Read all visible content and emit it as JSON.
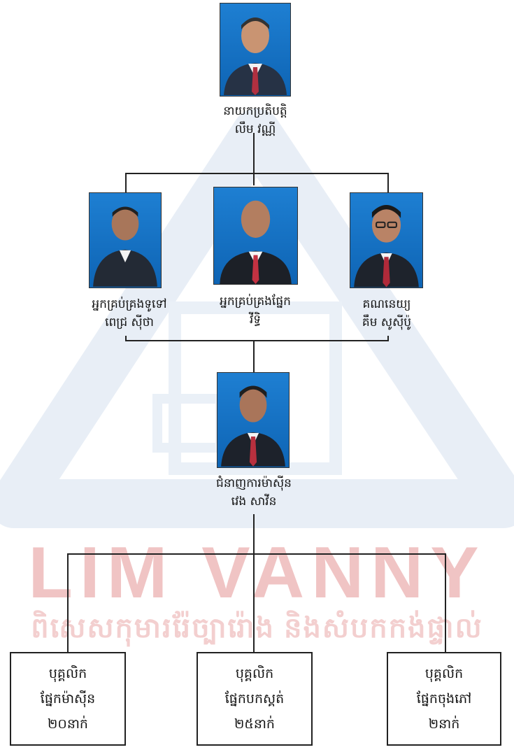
{
  "watermark": {
    "name": "LIM VANNY",
    "slogan": "ពិសេសកុមាររ៉ែច្បារ៉ោង និងសំបកកង់ផ្ទាល់"
  },
  "colors": {
    "photo_bg": "#1572c8",
    "line": "#222222",
    "watermark": "#f0c4c4"
  },
  "top": {
    "role": "នាយកប្រតិបត្តិ",
    "name": "លឹម វណ្ណី"
  },
  "managers": [
    {
      "role": "អ្នកគ្រប់គ្រងទូទៅ",
      "name": "ពេជ្រ ស៊ីថា"
    },
    {
      "role": "អ្នកគ្រប់គ្រងផ្នែក",
      "name": "វីទ្ធិ"
    },
    {
      "role": "គណនេយ្យ",
      "name": "គឹម សូស៊ីប៉ូ"
    }
  ],
  "expert": {
    "role": "ជំនាញការម៉ាស៊ីន",
    "name": "វេង សាវីន"
  },
  "teams": [
    {
      "title": "បុគ្គលិក",
      "dept": "ផ្នែកម៉ាស៊ីន",
      "count": "២០នាក់"
    },
    {
      "title": "បុគ្គលិក",
      "dept": "ផ្នែកបកស្គត់",
      "count": "២៥នាក់"
    },
    {
      "title": "បុគ្គលិក",
      "dept": "ផ្នែកចុងភៅ",
      "count": "២នាក់"
    }
  ]
}
